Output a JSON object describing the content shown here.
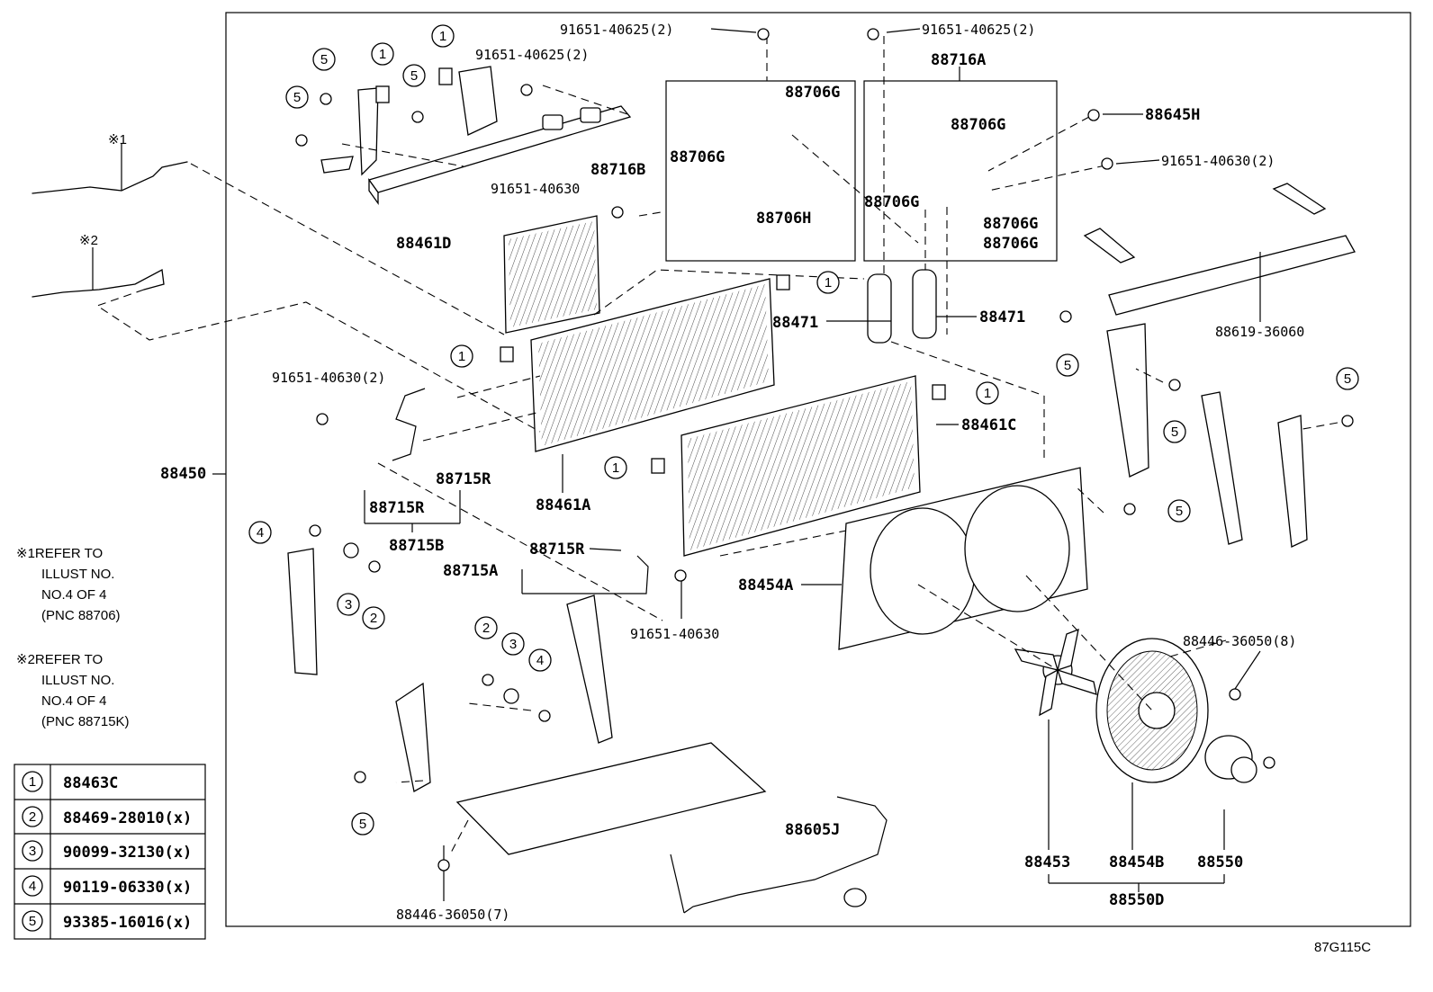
{
  "diagram": {
    "caption": "87G115C",
    "main_assembly": "88450",
    "callouts": [
      {
        "id": "c_91651_40625_2_a",
        "text": "91651-40625(2)"
      },
      {
        "id": "c_91651_40625_2_b",
        "text": "91651-40625(2)"
      },
      {
        "id": "c_91651_40625_2_c",
        "text": "91651-40625(2)"
      },
      {
        "id": "c_88716A",
        "text": "88716A"
      },
      {
        "id": "c_88706G_a",
        "text": "88706G"
      },
      {
        "id": "c_88706G_b",
        "text": "88706G"
      },
      {
        "id": "c_88706G_c",
        "text": "88706G"
      },
      {
        "id": "c_88706G_d",
        "text": "88706G"
      },
      {
        "id": "c_88706G_e",
        "text": "88706G"
      },
      {
        "id": "c_88706G_f",
        "text": "88706G"
      },
      {
        "id": "c_88645H",
        "text": "88645H"
      },
      {
        "id": "c_91651_40630_2_a",
        "text": "91651-40630(2)"
      },
      {
        "id": "c_88716B",
        "text": "88716B"
      },
      {
        "id": "c_91651_40630_a",
        "text": "91651-40630"
      },
      {
        "id": "c_88706H",
        "text": "88706H"
      },
      {
        "id": "c_88461D",
        "text": "88461D"
      },
      {
        "id": "c_88471_a",
        "text": "88471"
      },
      {
        "id": "c_88471_b",
        "text": "88471"
      },
      {
        "id": "c_88619_36060",
        "text": "88619-36060"
      },
      {
        "id": "c_91651_40630_2_b",
        "text": "91651-40630(2)"
      },
      {
        "id": "c_88461C",
        "text": "88461C"
      },
      {
        "id": "c_88715R_a",
        "text": "88715R"
      },
      {
        "id": "c_88715R_b",
        "text": "88715R"
      },
      {
        "id": "c_88715B",
        "text": "88715B"
      },
      {
        "id": "c_88461A",
        "text": "88461A"
      },
      {
        "id": "c_88715R_c",
        "text": "88715R"
      },
      {
        "id": "c_88715A",
        "text": "88715A"
      },
      {
        "id": "c_91651_40630_b",
        "text": "91651-40630"
      },
      {
        "id": "c_88454A",
        "text": "88454A"
      },
      {
        "id": "c_88446_36050_8",
        "text": "88446-36050(8)"
      },
      {
        "id": "c_88605J",
        "text": "88605J"
      },
      {
        "id": "c_88453",
        "text": "88453"
      },
      {
        "id": "c_88454B",
        "text": "88454B"
      },
      {
        "id": "c_88550",
        "text": "88550"
      },
      {
        "id": "c_88550D",
        "text": "88550D"
      },
      {
        "id": "c_88446_36050_7",
        "text": "88446-36050(7)"
      }
    ],
    "refs": {
      "ref1_mark": "※1",
      "ref2_mark": "※2"
    },
    "notes": [
      {
        "lines": [
          "※1REFER TO",
          "ILLUST NO.",
          "NO.4 OF 4",
          "(PNC 88706)"
        ]
      },
      {
        "lines": [
          "※2REFER TO",
          "ILLUST NO.",
          "NO.4 OF 4",
          "(PNC 88715K)"
        ]
      }
    ],
    "legend": [
      {
        "key": "1",
        "part": "88463C"
      },
      {
        "key": "2",
        "part": "88469-28010(x)"
      },
      {
        "key": "3",
        "part": "90099-32130(x)"
      },
      {
        "key": "4",
        "part": "90119-06330(x)"
      },
      {
        "key": "5",
        "part": "93385-16016(x)"
      }
    ],
    "circle_labels": [
      "1",
      "2",
      "3",
      "4",
      "5"
    ]
  }
}
